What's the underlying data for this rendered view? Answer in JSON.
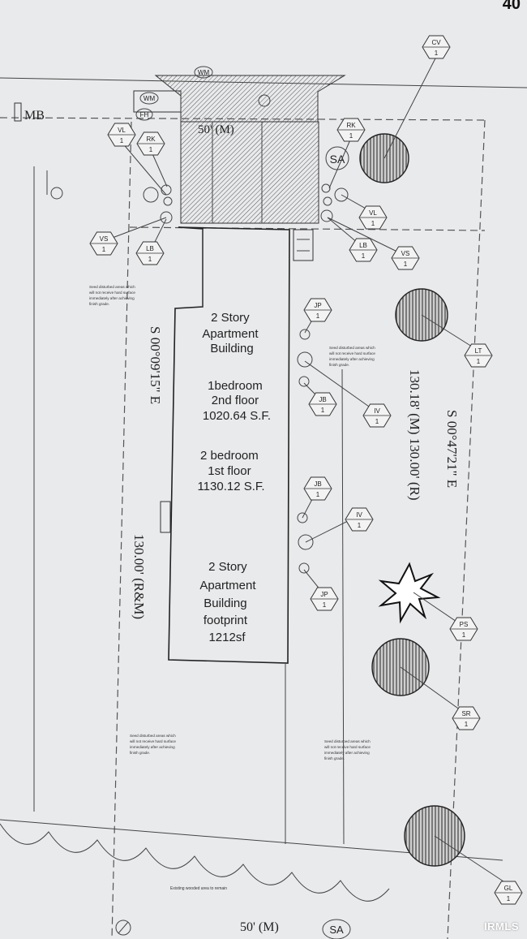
{
  "page_number": "40",
  "street_label": "MB",
  "dimensions": {
    "top_frontage": "50' (M)",
    "bottom_frontage": "50' (M)",
    "left_bearing": "S 00°09'15\" E",
    "left_length": "130.00' (R&M)",
    "right_length": "130.18' (M) 130.00' (R)",
    "right_bearing": "S 00°47'21\" E"
  },
  "building": {
    "upper_label": [
      "2 Story",
      "Apartment",
      "Building"
    ],
    "unit_upper": [
      "1bedroom",
      "2nd floor",
      "1020.64 S.F."
    ],
    "unit_lower": [
      "2 bedroom",
      "1st floor",
      "1130.12 S.F."
    ],
    "footprint_label": [
      "2 Story",
      "Apartment",
      "Building",
      "footprint",
      "1212sf"
    ]
  },
  "utility_labels": {
    "wm_top": "WM",
    "wm_side": "WM",
    "fh": "FH",
    "sa_side": "SA",
    "sa_bottom": "SA"
  },
  "plant_tags": [
    {
      "code": "CV",
      "qty": "1"
    },
    {
      "code": "VL",
      "qty": "1"
    },
    {
      "code": "RK",
      "qty": "1"
    },
    {
      "code": "RK",
      "qty": "1"
    },
    {
      "code": "VL",
      "qty": "1"
    },
    {
      "code": "VS",
      "qty": "1"
    },
    {
      "code": "LB",
      "qty": "1"
    },
    {
      "code": "LB",
      "qty": "1"
    },
    {
      "code": "VS",
      "qty": "1"
    },
    {
      "code": "JP",
      "qty": "1"
    },
    {
      "code": "LT",
      "qty": "1"
    },
    {
      "code": "JB",
      "qty": "1"
    },
    {
      "code": "IV",
      "qty": "1"
    },
    {
      "code": "JB",
      "qty": "1"
    },
    {
      "code": "IV",
      "qty": "1"
    },
    {
      "code": "JP",
      "qty": "1"
    },
    {
      "code": "PS",
      "qty": "1"
    },
    {
      "code": "SR",
      "qty": "1"
    },
    {
      "code": "GL",
      "qty": "1"
    }
  ],
  "notes": {
    "seed_left_top": [
      "Seed disturbed areas which",
      "will not receive hard surface",
      "immediately after achieving",
      "finish grade."
    ],
    "seed_right_top": [
      "Seed disturbed areas which",
      "will not receive hard surface",
      "immediately after achieving",
      "finish grade."
    ],
    "seed_left_bottom": [
      "Seed disturbed areas which",
      "will not receive hard surface",
      "immediately after achieving",
      "finish grade."
    ],
    "seed_right_bottom": [
      "Seed disturbed areas which",
      "will not receive hard surface",
      "immediately after achieving",
      "finish grade."
    ],
    "existing": "Existing wooded area to remain"
  },
  "watermark": "IRMLS"
}
